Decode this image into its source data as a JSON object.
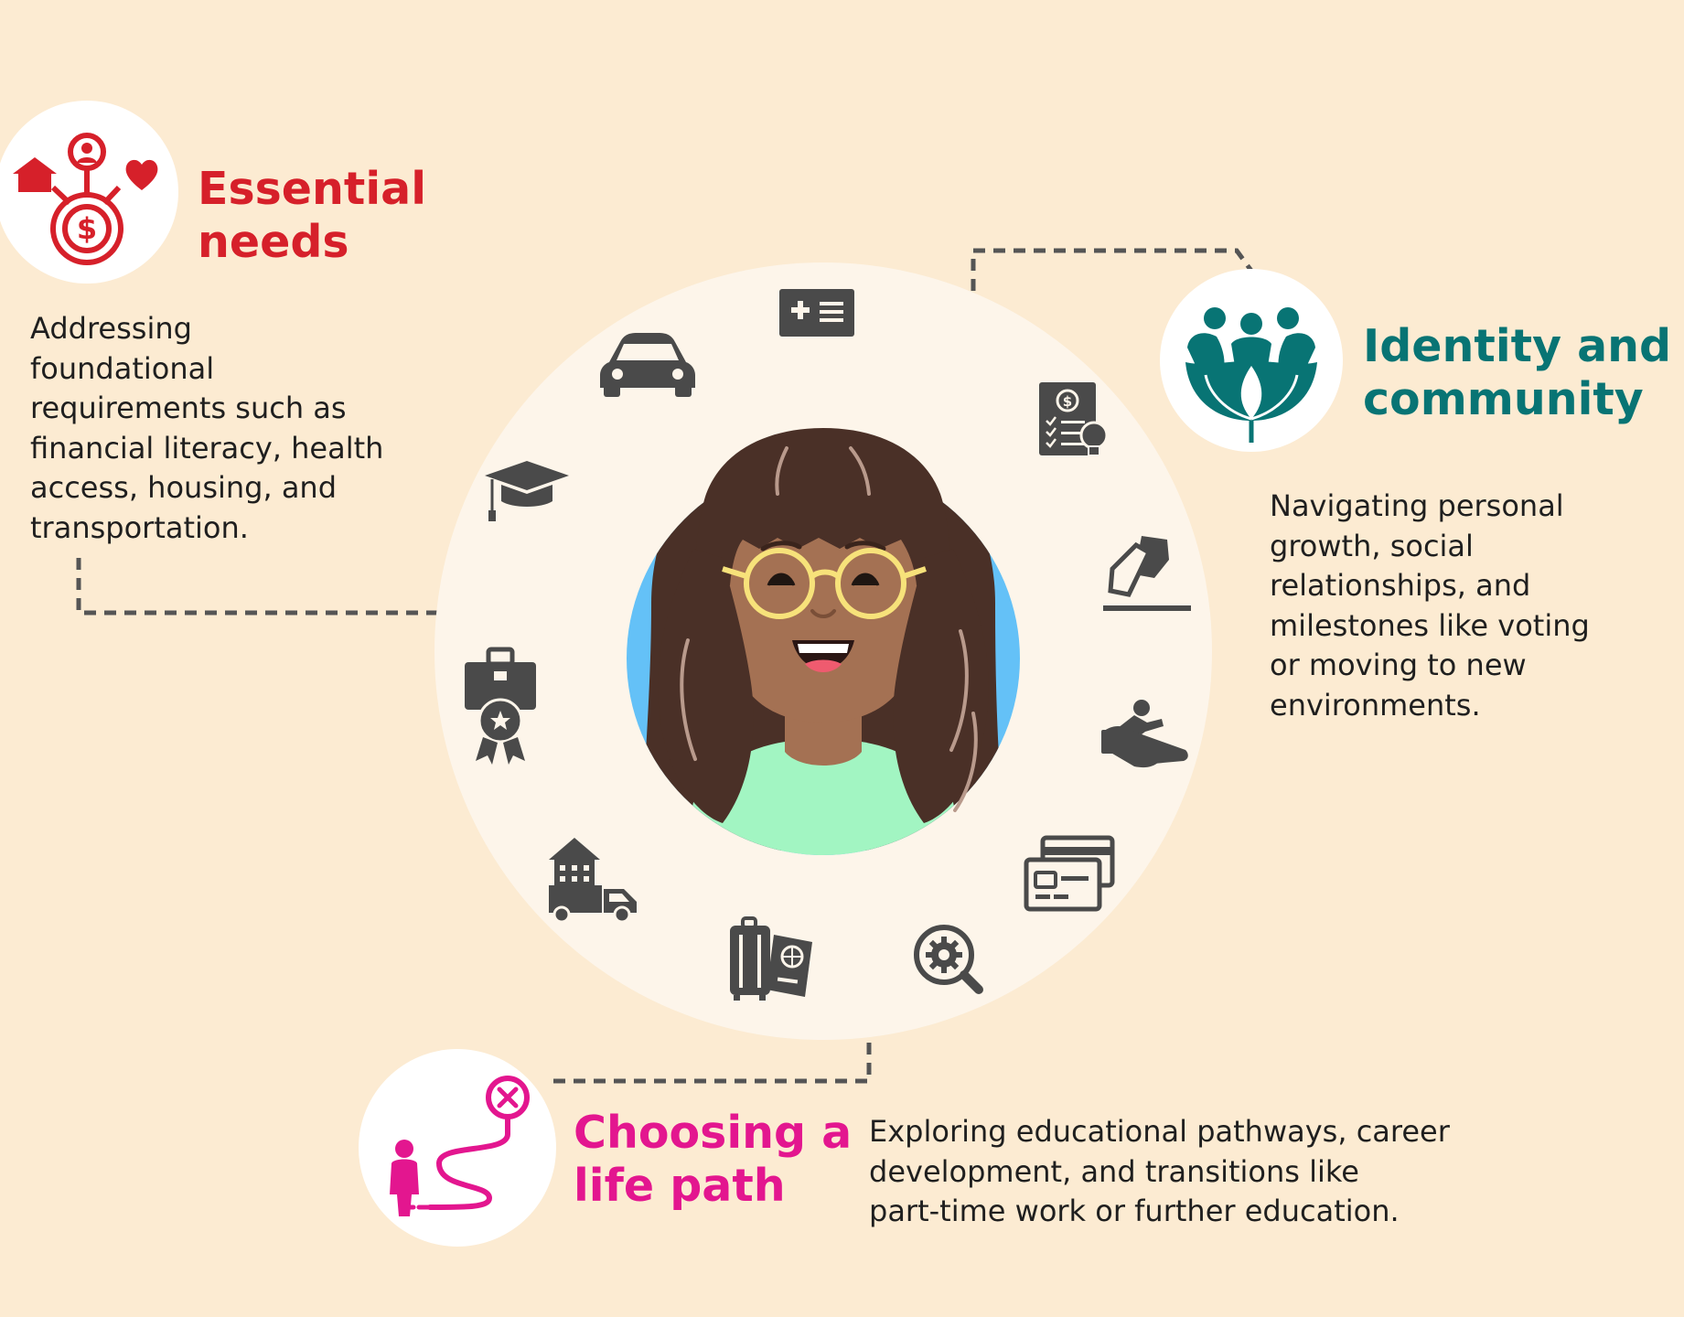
{
  "colors": {
    "background": "#fcebd2",
    "ring": "#fdf5ea",
    "essential_accent": "#d6202a",
    "identity_accent": "#087474",
    "lifepath_accent": "#e3168f",
    "icon_gray": "#4a4a4a",
    "connector": "#555555",
    "avatar_backdrop": "#64c1f7"
  },
  "sections": {
    "essential": {
      "title_lines": [
        "Essential",
        "needs"
      ],
      "desc_lines": [
        "Addressing",
        "foundational",
        "requirements such as",
        "financial literacy, health",
        "access, housing, and",
        "transportation."
      ],
      "icon": "essential-needs-icon"
    },
    "identity": {
      "title_lines": [
        "Identity and",
        "community"
      ],
      "desc_lines": [
        "Navigating personal",
        "growth, social",
        "relationships, and",
        "milestones like voting",
        "or moving to new",
        "environments."
      ],
      "icon": "community-icon"
    },
    "lifepath": {
      "title_lines": [
        "Choosing a",
        "life path"
      ],
      "desc_lines": [
        "Exploring educational pathways, career",
        "development, and transitions like",
        "part-time work or further education."
      ],
      "icon": "life-path-icon"
    }
  },
  "ring_icons": [
    "id-card-icon",
    "car-icon",
    "graduation-cap-icon",
    "briefcase-badge-icon",
    "moving-truck-icon",
    "luggage-passport-icon",
    "search-gear-icon",
    "credit-card-icon",
    "safety-hand-icon",
    "voting-icon",
    "finance-checklist-icon"
  ],
  "avatar": "person-avatar"
}
